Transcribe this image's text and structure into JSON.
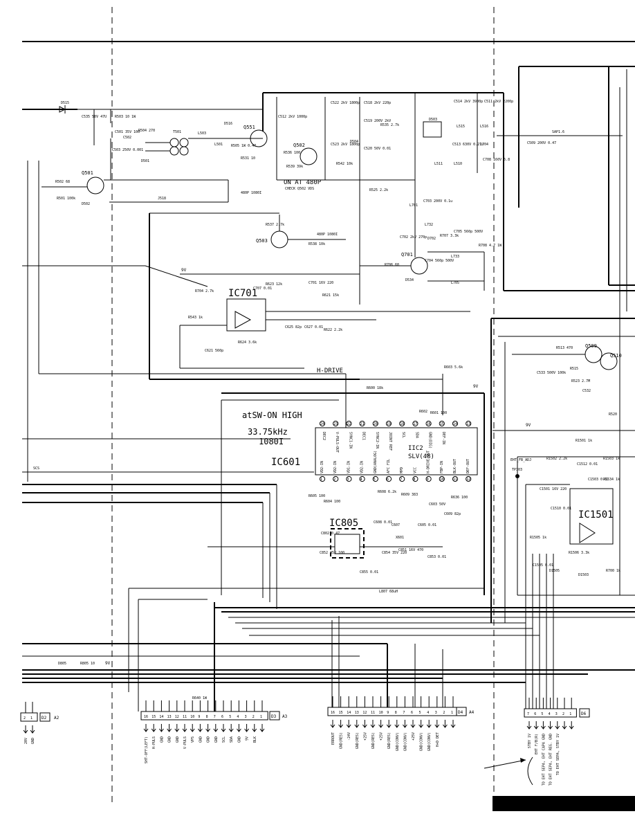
{
  "notes": {
    "on_at_480p": "ON AT 480P",
    "check_q502_vds": "CHECK Q502 VDS",
    "freq_480p_1080i": "480P 1080I",
    "sw_on_high": "atSW-ON HIGH",
    "freq_33k": "33.75kHz",
    "mode_1080i": "1080I",
    "h_drive": "H-DRIVE",
    "ehv_fb_adj": "EHT_FB_ADJ",
    "volt_9v": "9V"
  },
  "ics": {
    "ic601": "IC601",
    "ic701": "IC701",
    "ic805": "IC805",
    "iic2": "IIC2",
    "iic2_sub": "SLV(48)",
    "ic1501": "IC1501"
  },
  "transistors": [
    "Q501",
    "Q502",
    "Q503",
    "Q551",
    "Q701",
    "Q509",
    "Q510"
  ],
  "ic601_top_pins": [
    "24",
    "23",
    "22",
    "21",
    "20",
    "19",
    "18",
    "17",
    "16",
    "15",
    "14",
    "13"
  ],
  "ic601_top_labels": [
    "DEC2",
    "V-PULS-OUT",
    "SYNC1-IN",
    "DEC1",
    "SYNC2-IN",
    "JOINT REF",
    "SCL",
    "SDA",
    "GND(DIG)",
    "DEF-IN"
  ],
  "ic601_bottom_pins": [
    "1",
    "2",
    "3",
    "4",
    "5",
    "6",
    "7",
    "8",
    "9",
    "10",
    "11",
    "12"
  ],
  "ic601_bottom_labels": [
    "VD2-IN",
    "VD2-IN",
    "VD1-IN",
    "VD2-IN",
    "GND(ANALOG)",
    "AFC FIL",
    "MPD",
    "VCC",
    "H-DRIVE OUT",
    "FBP-IN",
    "BLK-OUT",
    "DEF-OUT"
  ],
  "connector_a2": {
    "id": "D2",
    "tag": "A2",
    "pins": [
      "2",
      "1"
    ],
    "signals": [
      "20V",
      "GND"
    ]
  },
  "connector_a3": {
    "id": "D3",
    "tag": "A3",
    "pins": [
      "16",
      "15",
      "14",
      "13",
      "12",
      "11",
      "10",
      "9",
      "8",
      "7",
      "6",
      "5",
      "4",
      "3",
      "2",
      "1"
    ],
    "signals": [
      "SHT-OFF(LEFT)",
      "H-PULS",
      "GND",
      "GND",
      "GND",
      "V-PULS",
      "VPS",
      "GND",
      "GND",
      "GND",
      "SCL",
      "SDA",
      "GND",
      "9V",
      "BLK",
      ""
    ]
  },
  "connector_a4": {
    "id": "D4",
    "tag": "A4",
    "pins": [
      "16",
      "15",
      "14",
      "13",
      "12",
      "11",
      "10",
      "9",
      "8",
      "7",
      "6",
      "5",
      "4",
      "3",
      "2",
      "1"
    ],
    "signals": [
      "ERROUT",
      "GND(RES)",
      "-24V",
      "GND(RES)",
      "+25V",
      "GND(RES)",
      "+25V",
      "GND(RES)",
      "GND(CONV)",
      "GND(CONV)",
      "+25V",
      "GND(CONV)",
      "GND(CONV)",
      "H+D DET",
      "",
      ""
    ]
  },
  "connector_a6": {
    "id": "D6",
    "tag": "",
    "pins": [
      "7",
      "6",
      "5",
      "4",
      "3",
      "2",
      "1"
    ],
    "signals": [
      "STBY 1V",
      "EHT F/B(R)",
      "TO EHT SEPA, EHT CAPA GND",
      "TO EHT SEPA, EHT REG. GND",
      "TO EHT SEPA, STBY 1V",
      "",
      ""
    ]
  },
  "components": {
    "r501": "R501 100k",
    "r502": "R502 68",
    "d502": "D502",
    "d515": "D515",
    "c535": "C535 50V 47U",
    "r503": "R503 10 1W",
    "c501": "C501 35V 100",
    "c502": "C502",
    "r504": "R504 270",
    "c503": "C503 250V 0.001",
    "d501": "D501",
    "t501": "T501",
    "l503": "L503",
    "l501": "L501",
    "d516": "D516",
    "r505": "R505 1W 0.47",
    "r531": "R531 10",
    "j518": "J518",
    "c512": "C512 2kV 1000p",
    "c522": "C522 2kV 1800p",
    "c523": "C523 2kV 1800p",
    "r536": "R536 100",
    "r539": "R539 39k",
    "c518": "C518 2kV 220p",
    "c519": "C519 200V 2kV",
    "d504": "D504",
    "r542": "R542 10k",
    "c520": "C520 50V 0.01",
    "r535": "R535 2.7k",
    "r525": "R525 2.2k",
    "d503": "D503",
    "c514": "C514 2kV 3900p",
    "c511": "C511 2kV 2200p",
    "l515": "L515",
    "l516": "L516",
    "c513": "C513 630V 0.27u",
    "l511": "L511",
    "l510": "L510",
    "l704": "L704",
    "c708": "C708 160V 6.8",
    "c509": "C509 200V 0.47",
    "sap1": "SAP1.6",
    "r537": "R537 2.7k",
    "r538": "R538 10k",
    "l701": "L701",
    "c703": "C703 200V 0.1u",
    "l732": "L732",
    "c702": "C702 2kV 270p",
    "d702": "D702",
    "r707": "R707 3.3k",
    "c705": "C705 560p 500V",
    "r708": "R708 4.7 1W",
    "l733": "L733",
    "c704": "C704 560p 500V",
    "r706": "R706 68",
    "d534": "D534",
    "l705": "L705",
    "c707": "C707 0.01",
    "c701": "C701 16V 220",
    "r704": "R704 2.7k",
    "r623": "R623 12k",
    "r621": "R621 15k",
    "r622": "R622 2.2k",
    "c625": "C625 82p",
    "c627": "C627 0.01",
    "r624": "R624 3.6k",
    "c621": "C621 560p",
    "r543": "R543 1k",
    "r603": "R603 5.6k",
    "r600": "R600 18k",
    "r601": "R601 100",
    "r602": "R602",
    "r605": "R605 100",
    "r604": "R604 100",
    "r608": "R608 6.2k",
    "r609": "R609 383",
    "c608": "C608 0.01",
    "c607": "C607",
    "c603": "C603 50V",
    "c605": "C605 0.01",
    "c609": "C609 82p",
    "r636": "R636 100",
    "x601": "X601",
    "c802": "C802 0.47",
    "c852": "C852 35V 100",
    "c854": "C854 35V 220",
    "c851": "C851 16V 470",
    "c853": "C853 0.01",
    "c855": "C855 0.01",
    "l807": "L807 68uH",
    "r513": "R513 470",
    "c533": "C533 500V 100k",
    "r523": "R523 2.7M",
    "r515": "R515",
    "c532": "C532",
    "r520": "R520",
    "r1501": "R1501 1k",
    "r1502": "R1502 2.2k",
    "c1512": "C1512 0.01",
    "r1503": "R1503 1k",
    "c1503": "C1503 0.01",
    "r1534": "R1534 1k",
    "c1501": "C1501 16V 220",
    "c1510": "C1510 0.01",
    "r1505": "R1505 1k",
    "r1506": "R1506 3.3k",
    "c1505": "C1505 0.01",
    "d1505": "D1505",
    "d1503": "D1503",
    "r700": "R700 1k",
    "tp303": "TP303",
    "r640": "R640 1W",
    "d805": "D805",
    "r805": "R805 10"
  }
}
